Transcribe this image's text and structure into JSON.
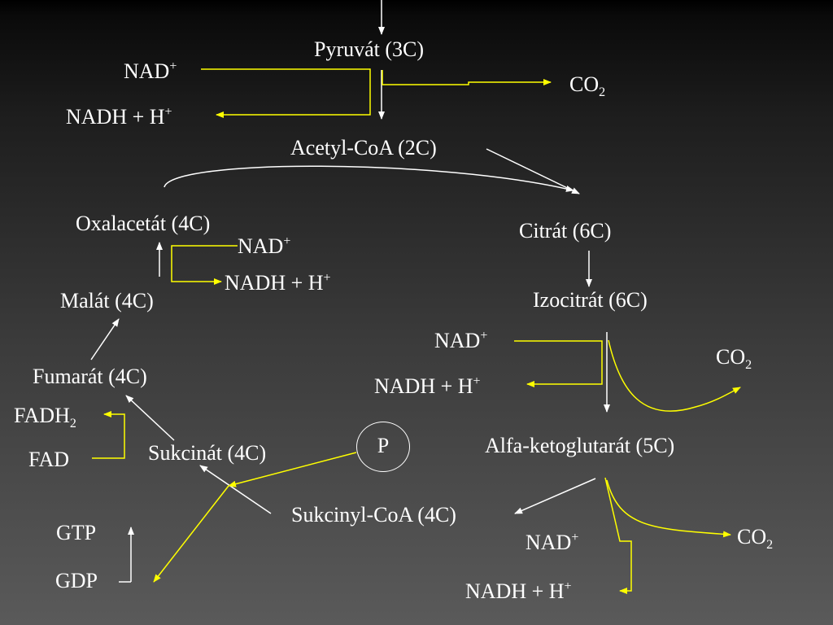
{
  "colors": {
    "background_top": "#000000",
    "background_bottom": "#5a5a5a",
    "white_arrow": "#ffffff",
    "yellow_arrow": "#ffff00"
  },
  "labels": {
    "pyruvat": "Pyruvát (3C)",
    "nad_1": "NAD",
    "nadh_1": "NADH + H",
    "co2_1": "CO",
    "acetyl": "Acetyl-CoA (2C)",
    "oxalacetat": "Oxalacetát (4C)",
    "nad_2": "NAD",
    "nadh_2": "NADH + H",
    "malat": "Malát (4C)",
    "fumarat": "Fumarát (4C)",
    "fadh2": "FADH",
    "fad": "FAD",
    "sukcinat": "Sukcinát (4C)",
    "phosphate": "P",
    "gtp": "GTP",
    "gdp": "GDP",
    "sukcinyl": "Sukcinyl-CoA (4C)",
    "citrat": "Citrát (6C)",
    "izocitrat": "Izocitrát (6C)",
    "nad_3": "NAD",
    "nadh_3": "NADH + H",
    "co2_2": "CO",
    "alfa": "Alfa-ketoglutarát (5C)",
    "nad_4": "NAD",
    "nadh_4": "NADH + H",
    "co2_3": "CO"
  },
  "marks": {
    "plus": "+",
    "two": "2"
  }
}
